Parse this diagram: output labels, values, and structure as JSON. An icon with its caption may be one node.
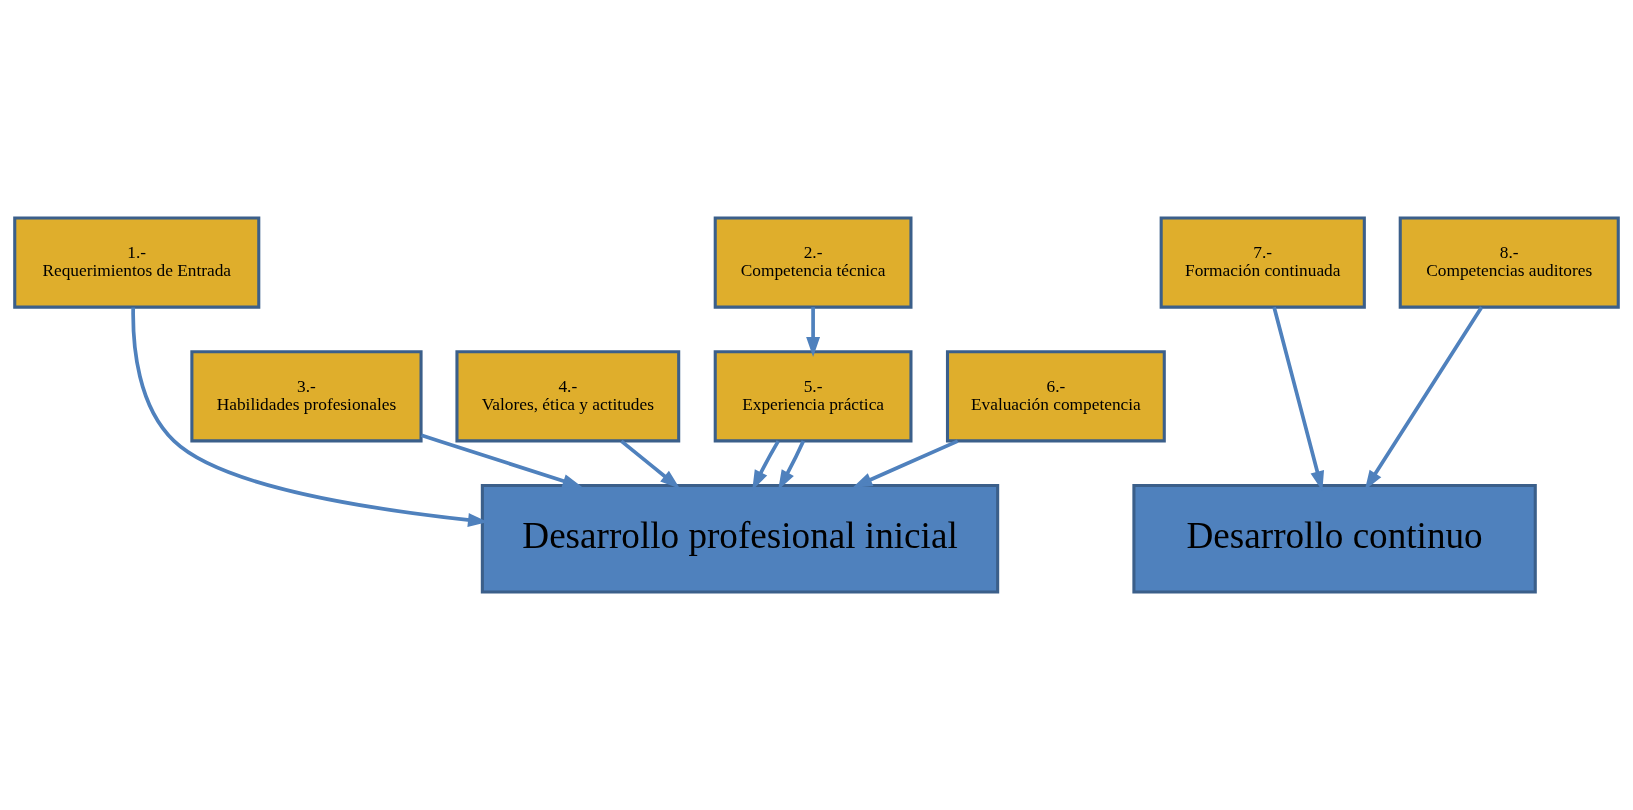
{
  "diagram": {
    "nodes": [
      {
        "text": [
          "1.-",
          "Requerimientos de Entrada"
        ]
      },
      {
        "text": [
          "2.-",
          "Competencia técnica"
        ]
      },
      {
        "text": [
          "3.-",
          "Habilidades profesionales"
        ]
      },
      {
        "text": [
          "4.-",
          "Valores, ética y actitudes"
        ]
      },
      {
        "text": [
          "5.-",
          "Experiencia práctica"
        ]
      },
      {
        "text": [
          "6.-",
          "Evaluación competencia"
        ]
      },
      {
        "text": [
          "7.-",
          "Formación continuada"
        ]
      },
      {
        "text": [
          "8.-",
          "Competencias auditores"
        ]
      },
      {
        "text": [
          "Desarrollo profesional inicial"
        ]
      },
      {
        "text": [
          "Desarrollo continuo"
        ]
      }
    ],
    "edges": [
      {
        "from": 0,
        "to": 8,
        "arrow": "to"
      },
      {
        "from": 1,
        "to": 4,
        "arrow": "to"
      },
      {
        "from": 2,
        "to": 8,
        "arrow": "to"
      },
      {
        "from": 4,
        "to": 8,
        "arrow": "to"
      },
      {
        "from": 4,
        "to": 8,
        "arrow": "to"
      },
      {
        "from": 3,
        "to": 8,
        "arrow": "to"
      },
      {
        "from": 5,
        "to": 8,
        "arrow": "to"
      },
      {
        "from": 6,
        "to": 9,
        "arrow": "to"
      },
      {
        "from": 7,
        "to": 9,
        "arrow": "to"
      }
    ]
  }
}
